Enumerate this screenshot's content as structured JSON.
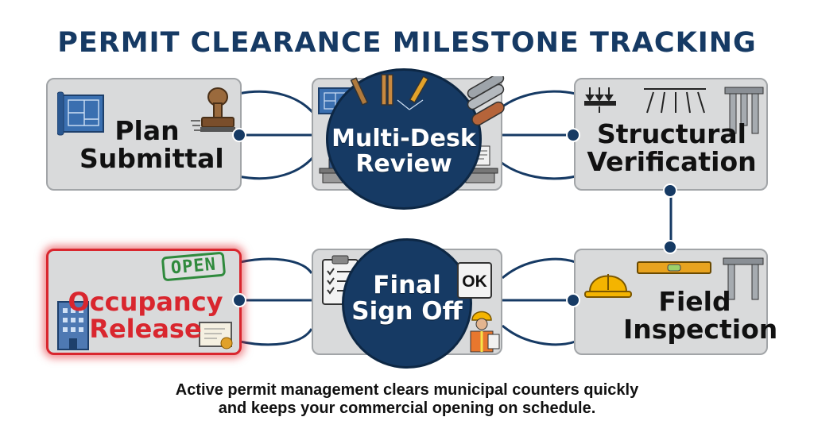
{
  "title": "PERMIT CLEARANCE MILESTONE TRACKING",
  "cards": {
    "plan_submittal": {
      "line1": "Plan",
      "line2": "Submittal"
    },
    "multi_desk_review": {
      "line1": "Multi-Desk",
      "line2": "Review"
    },
    "structural_verification": {
      "line1": "Structural",
      "line2": "Verification"
    },
    "field_inspection": {
      "line1": "Field",
      "line2": "Inspection"
    },
    "final_sign_off": {
      "line1": "Final",
      "line2": "Sign Off"
    },
    "occupancy_release": {
      "line1": "Occupancy",
      "line2": "Release"
    }
  },
  "badges": {
    "open": "OPEN",
    "ok": "OK"
  },
  "caption": {
    "line1": "Active permit management clears municipal counters quickly",
    "line2": "and keeps your commercial opening on schedule."
  },
  "colors": {
    "navy": "#163a64",
    "card_gray": "#d9dadb",
    "highlight_red": "#d9262e",
    "badge_green": "#2f8a3d",
    "hardhat_yellow": "#f4b400"
  },
  "icons": [
    "blueprint-icon",
    "stamp-icon",
    "tools-icon",
    "pipes-icon",
    "desk-worker-icon",
    "load-arrows-icon",
    "beam-columns-icon",
    "hardhat-icon",
    "level-icon",
    "clipboard-checklist-icon",
    "inspector-icon",
    "building-icon",
    "certificate-icon"
  ]
}
